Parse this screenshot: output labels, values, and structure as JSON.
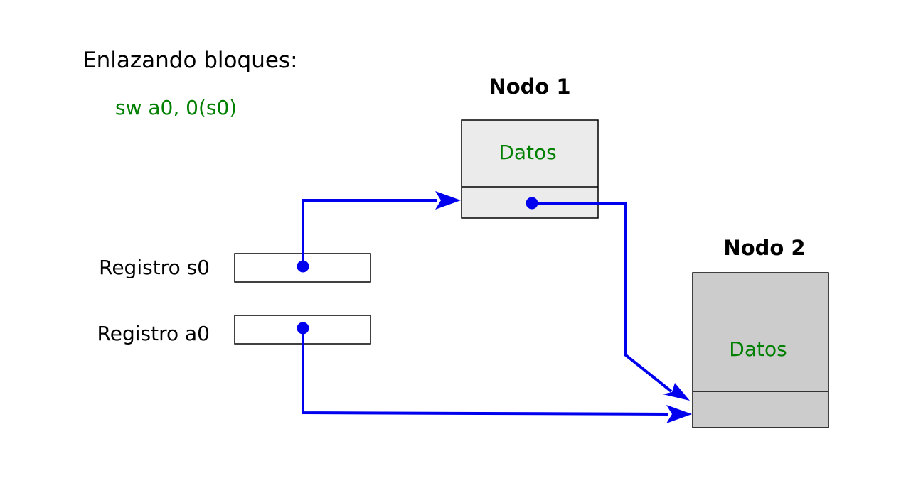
{
  "title": "Enlazando bloques:",
  "instruction": "sw a0, 0(s0)",
  "colors": {
    "arrow": "#0000ee",
    "code_text": "#008000",
    "node1_fill": "#ebebeb",
    "node2_fill": "#cccccc",
    "register_fill": "#ffffff",
    "label_text": "#000000"
  },
  "nodes": [
    {
      "label": "Nodo 1",
      "data_label": "Datos"
    },
    {
      "label": "Nodo 2",
      "data_label": "Datos"
    }
  ],
  "registers": [
    {
      "label": "Registro s0"
    },
    {
      "label": "Registro a0"
    }
  ]
}
